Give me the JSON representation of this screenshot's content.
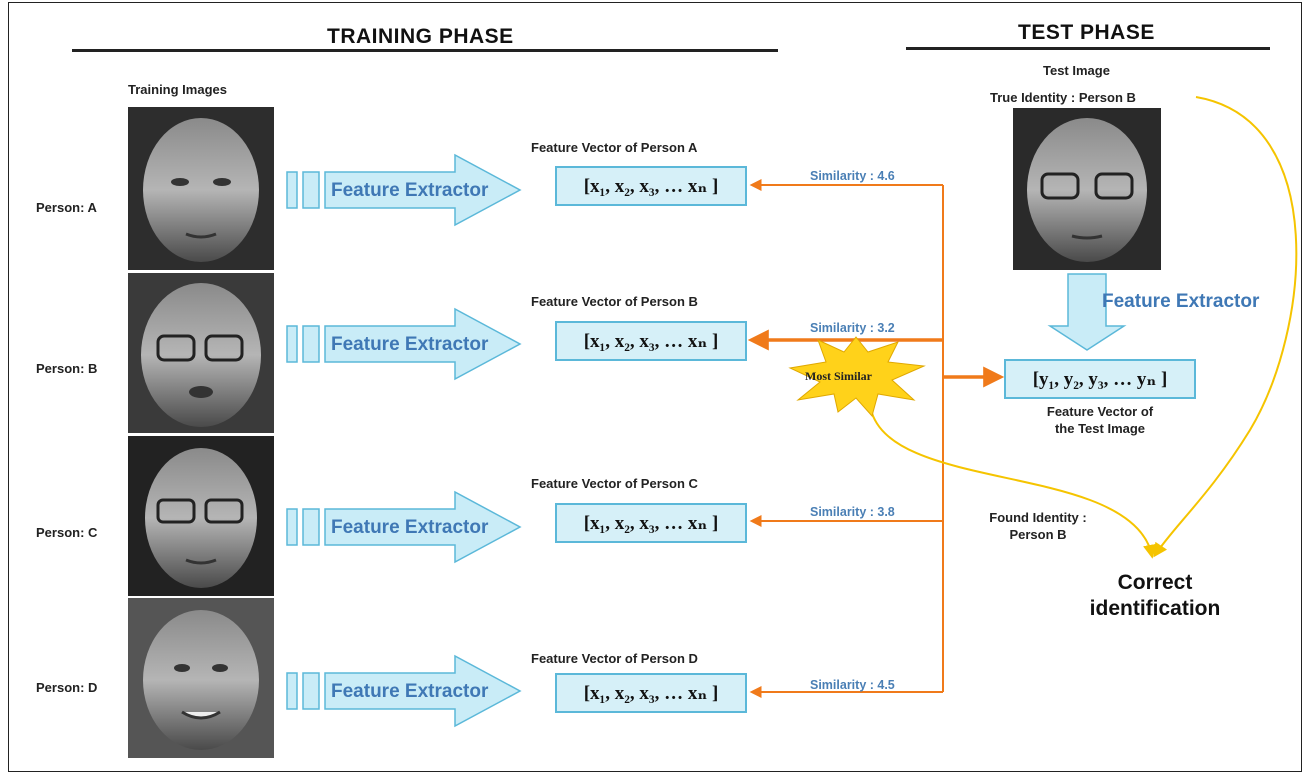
{
  "training_phase": {
    "title": "TRAINING PHASE",
    "training_images_label": "Training Images",
    "persons": [
      {
        "label": "Person: A",
        "feature_extractor": "Feature Extractor",
        "vector_title": "Feature Vector of Person A",
        "vector": "[x₁, x₂, x₃, … xₙ ]",
        "similarity": "Similarity : 4.6"
      },
      {
        "label": "Person: B",
        "feature_extractor": "Feature Extractor",
        "vector_title": "Feature Vector of Person B",
        "vector": "[x₁, x₂, x₃, … xₙ ]",
        "similarity": "Similarity : 3.2"
      },
      {
        "label": "Person: C",
        "feature_extractor": "Feature Extractor",
        "vector_title": "Feature Vector of Person C",
        "vector": "[x₁, x₂, x₃, … xₙ ]",
        "similarity": "Similarity : 3.8"
      },
      {
        "label": "Person: D",
        "feature_extractor": "Feature Extractor",
        "vector_title": "Feature Vector of Person D",
        "vector": "[x₁, x₂, x₃, … xₙ ]",
        "similarity": "Similarity : 4.5"
      }
    ]
  },
  "test_phase": {
    "title": "TEST PHASE",
    "test_image_label": "Test Image",
    "true_identity": "True Identity : Person B",
    "feature_extractor": "Feature Extractor",
    "vector": "[y₁, y₂, y₃, … yₙ ]",
    "vector_caption_line1": "Feature Vector of",
    "vector_caption_line2": "the Test Image",
    "found_identity_line1": "Found Identity :",
    "found_identity_line2": "Person B",
    "correct_line1": "Correct",
    "correct_line2": "identification"
  },
  "most_similar_label": "Most Similar",
  "colors": {
    "arrow_fill": "#c9ecf7",
    "arrow_stroke": "#5bb8d9",
    "orange": "#f07a1a",
    "yellow": "#f5c400",
    "starburst": "#ffd21a"
  }
}
